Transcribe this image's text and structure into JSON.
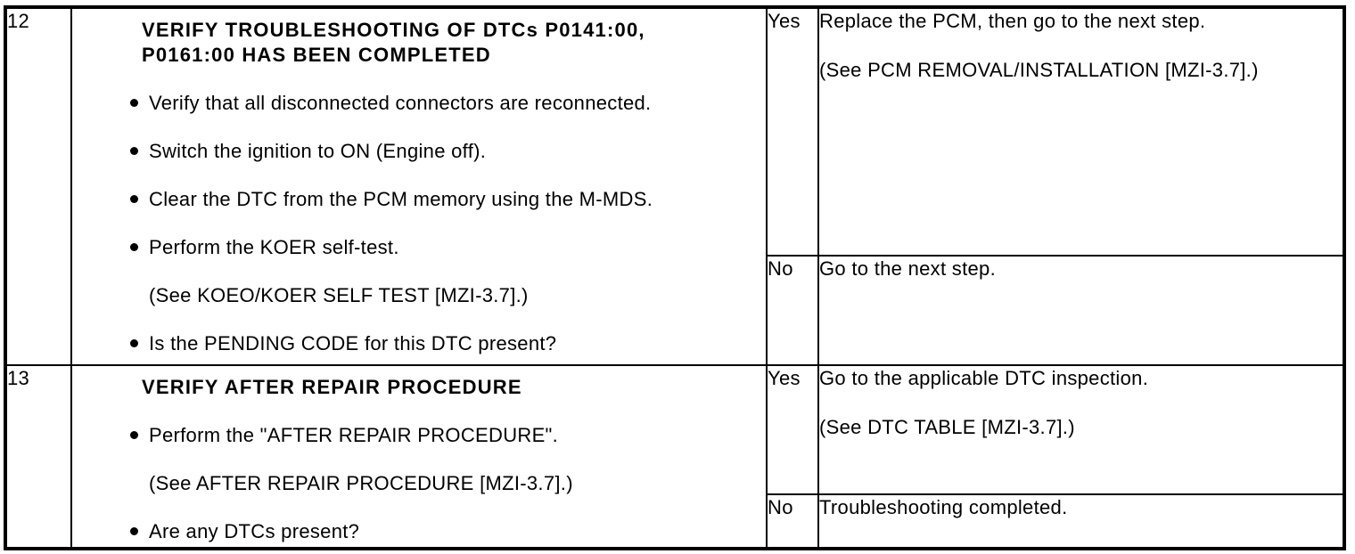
{
  "steps": [
    {
      "step": "12",
      "inspection": {
        "title": "VERIFY TROUBLESHOOTING OF DTCs P0141:00,\nP0161:00 HAS BEEN COMPLETED",
        "items": [
          {
            "type": "bullet",
            "text": "Verify that all disconnected connectors are reconnected."
          },
          {
            "type": "bullet",
            "text": "Switch the ignition to ON (Engine off)."
          },
          {
            "type": "bullet",
            "text": "Clear the DTC from the PCM memory using the M-MDS."
          },
          {
            "type": "bullet",
            "text": "Perform the KOER self-test."
          },
          {
            "type": "sub",
            "text": "(See KOEO/KOER SELF TEST [MZI-3.7].)"
          },
          {
            "type": "bullet",
            "text": "Is the PENDING CODE for this DTC present?"
          }
        ]
      },
      "outcomes": [
        {
          "answer": "Yes",
          "lines": [
            "Replace the PCM, then go to the next step.",
            "(See PCM REMOVAL/INSTALLATION [MZI-3.7].)"
          ]
        },
        {
          "answer": "No",
          "lines": [
            "Go to the next step."
          ]
        }
      ]
    },
    {
      "step": "13",
      "inspection": {
        "title": "VERIFY AFTER REPAIR PROCEDURE",
        "items": [
          {
            "type": "bullet",
            "text": "Perform the \"AFTER REPAIR PROCEDURE\"."
          },
          {
            "type": "sub",
            "text": "(See AFTER REPAIR PROCEDURE [MZI-3.7].)"
          },
          {
            "type": "bullet",
            "text": "Are any DTCs present?"
          }
        ]
      },
      "outcomes": [
        {
          "answer": "Yes",
          "lines": [
            "Go to the applicable DTC inspection.",
            "(See DTC TABLE [MZI-3.7].)"
          ]
        },
        {
          "answer": "No",
          "lines": [
            "Troubleshooting completed."
          ]
        }
      ]
    }
  ]
}
